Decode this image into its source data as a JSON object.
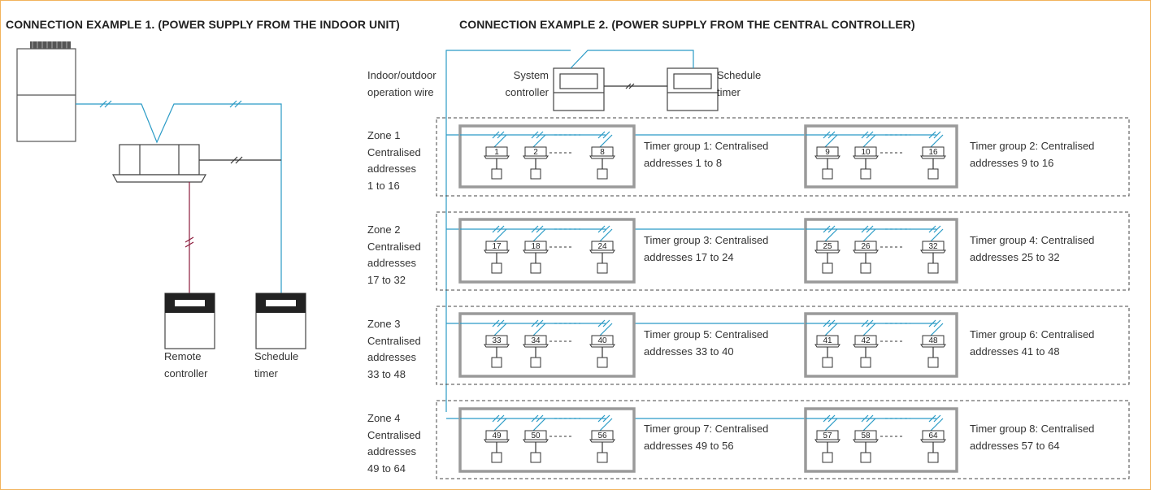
{
  "example1": {
    "title": "CONNECTION EXAMPLE 1. (POWER SUPPLY FROM THE INDOOR UNIT)",
    "remote_controller_label": "Remote\ncontroller",
    "schedule_timer_label": "Schedule\ntimer"
  },
  "example2": {
    "title": "CONNECTION EXAMPLE 2. (POWER SUPPLY FROM THE CENTRAL CONTROLLER)",
    "wire_label": "Indoor/outdoor\noperation wire",
    "system_controller_label": "System\ncontroller",
    "schedule_timer_label": "Schedule\ntimer",
    "zones": [
      {
        "name": "Zone 1",
        "line2": "Centralised",
        "line3": "addresses",
        "line4": "1 to 16",
        "groups": [
          {
            "label": "Timer group 1: Centralised\naddresses 1 to 8",
            "units": [
              "1",
              "2",
              "8"
            ]
          },
          {
            "label": "Timer group 2: Centralised\naddresses 9 to 16",
            "units": [
              "9",
              "10",
              "16"
            ]
          }
        ]
      },
      {
        "name": "Zone 2",
        "line2": "Centralised",
        "line3": "addresses",
        "line4": "17 to 32",
        "groups": [
          {
            "label": "Timer group 3: Centralised\naddresses 17 to 24",
            "units": [
              "17",
              "18",
              "24"
            ]
          },
          {
            "label": "Timer group 4: Centralised\naddresses 25 to 32",
            "units": [
              "25",
              "26",
              "32"
            ]
          }
        ]
      },
      {
        "name": "Zone 3",
        "line2": "Centralised",
        "line3": "addresses",
        "line4": "33 to 48",
        "groups": [
          {
            "label": "Timer group 5: Centralised\naddresses 33 to 40",
            "units": [
              "33",
              "34",
              "40"
            ]
          },
          {
            "label": "Timer group 6: Centralised\naddresses 41 to 48",
            "units": [
              "41",
              "42",
              "48"
            ]
          }
        ]
      },
      {
        "name": "Zone 4",
        "line2": "Centralised",
        "line3": "addresses",
        "line4": "49 to 64",
        "groups": [
          {
            "label": "Timer group 7: Centralised\naddresses 49 to 56",
            "units": [
              "49",
              "50",
              "56"
            ]
          },
          {
            "label": "Timer group 8: Centralised\naddresses 57 to 64",
            "units": [
              "57",
              "58",
              "64"
            ]
          }
        ]
      }
    ]
  },
  "colors": {
    "wire": "#2b9bc6",
    "signal_wire": "#333333",
    "remote_wire": "#8c1c3d",
    "group_box": "#9a9a9a",
    "frame": "#f2b35c",
    "text": "#333333"
  }
}
